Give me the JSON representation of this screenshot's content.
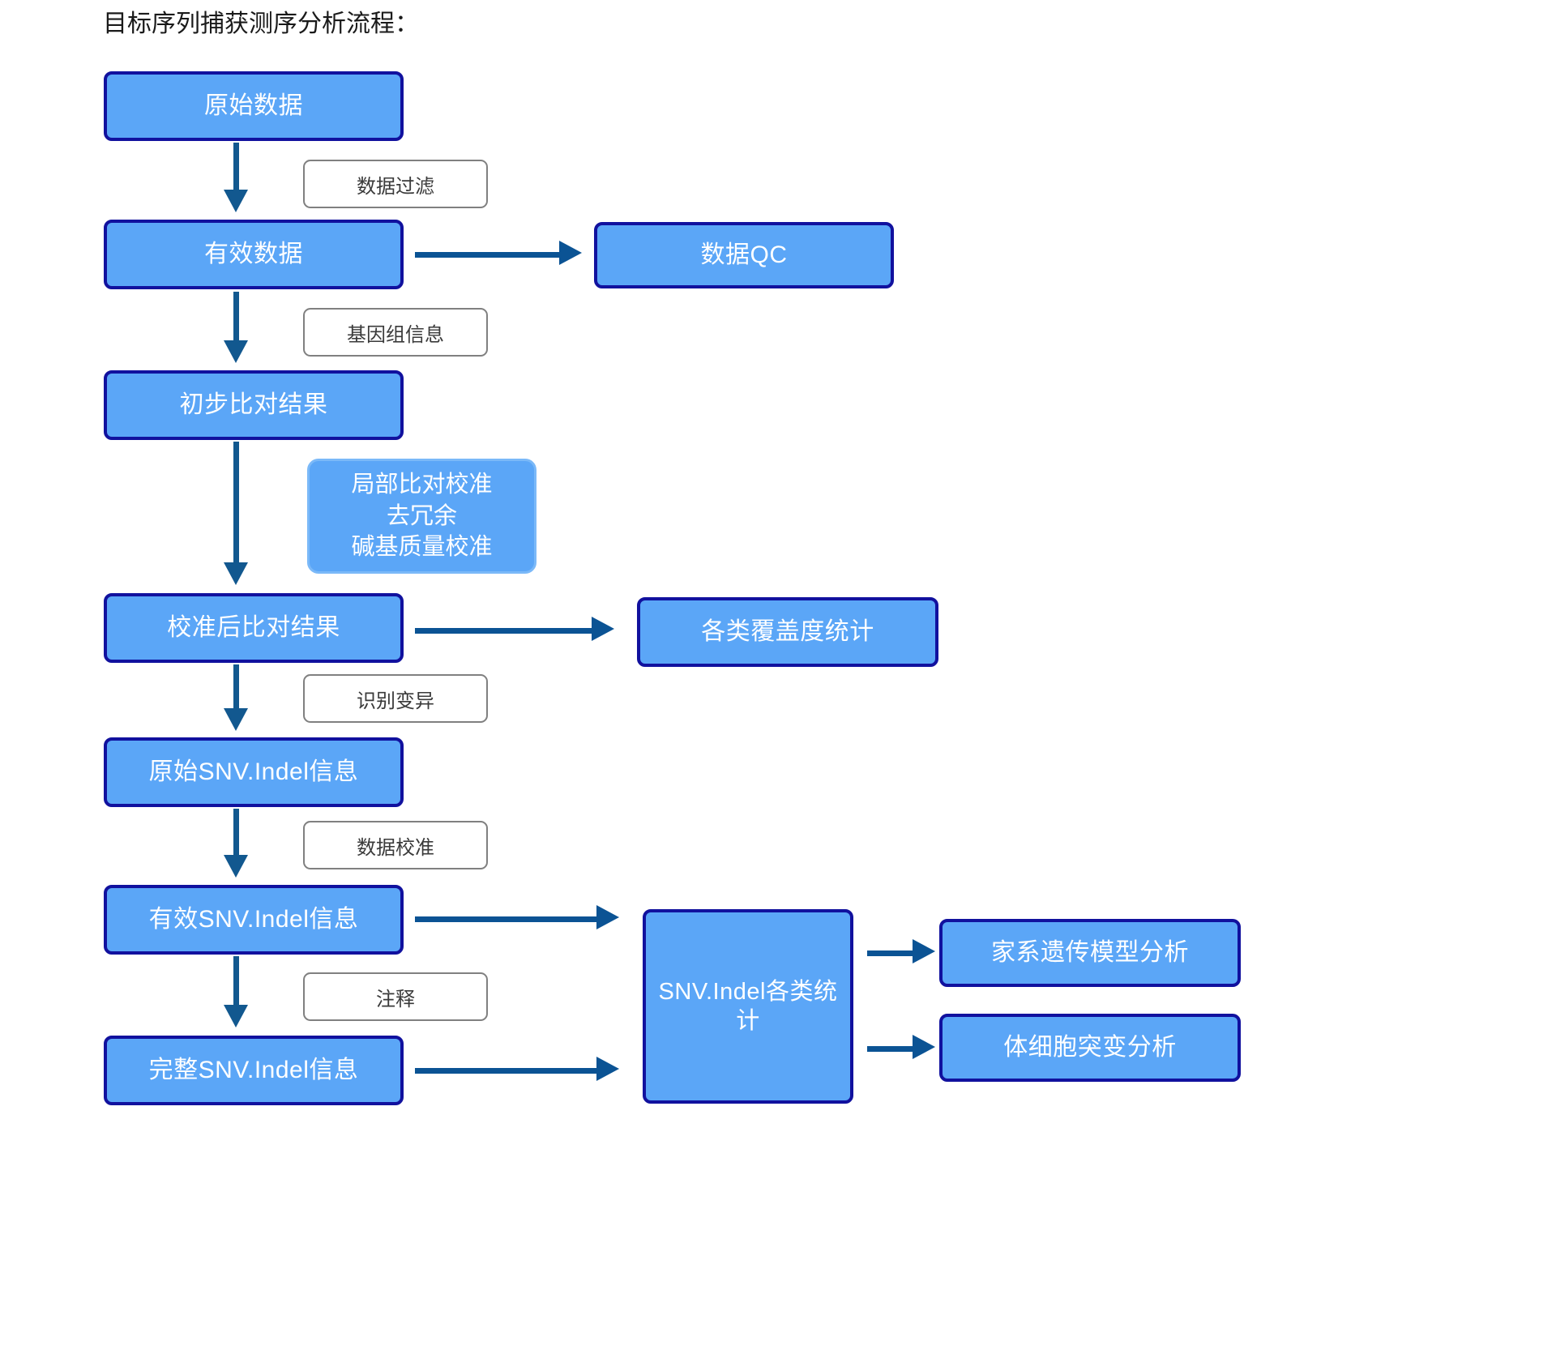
{
  "title": "目标序列捕获测序分析流程：",
  "colors": {
    "node_fill": "#5BA6F7",
    "node_border": "#11119E",
    "node_text": "#FFFFFF",
    "label_border": "#808080",
    "label_text": "#3A3A3A",
    "connector": "#0B5394",
    "background": "#FFFFFF"
  },
  "nodes": {
    "raw_data": "原始数据",
    "valid_data": "有效数据",
    "data_qc": "数据QC",
    "initial_alignment": "初步比对结果",
    "calibration_note_line1": "局部比对校准",
    "calibration_note_line2": "去冗余",
    "calibration_note_line3": "碱基质量校准",
    "calibrated_alignment": "校准后比对结果",
    "coverage_stats": "各类覆盖度统计",
    "raw_snv_indel": "原始SNV.Indel信息",
    "valid_snv_indel": "有效SNV.Indel信息",
    "complete_snv_indel": "完整SNV.Indel信息",
    "snv_indel_stats": "SNV.Indel各类统计",
    "pedigree_analysis": "家系遗传模型分析",
    "somatic_analysis": "体细胞突变分析"
  },
  "edge_labels": {
    "data_filter": "数据过滤",
    "genome_info": "基因组信息",
    "variant_calling": "识别变异",
    "data_calibration": "数据校准",
    "annotation": "注释"
  }
}
